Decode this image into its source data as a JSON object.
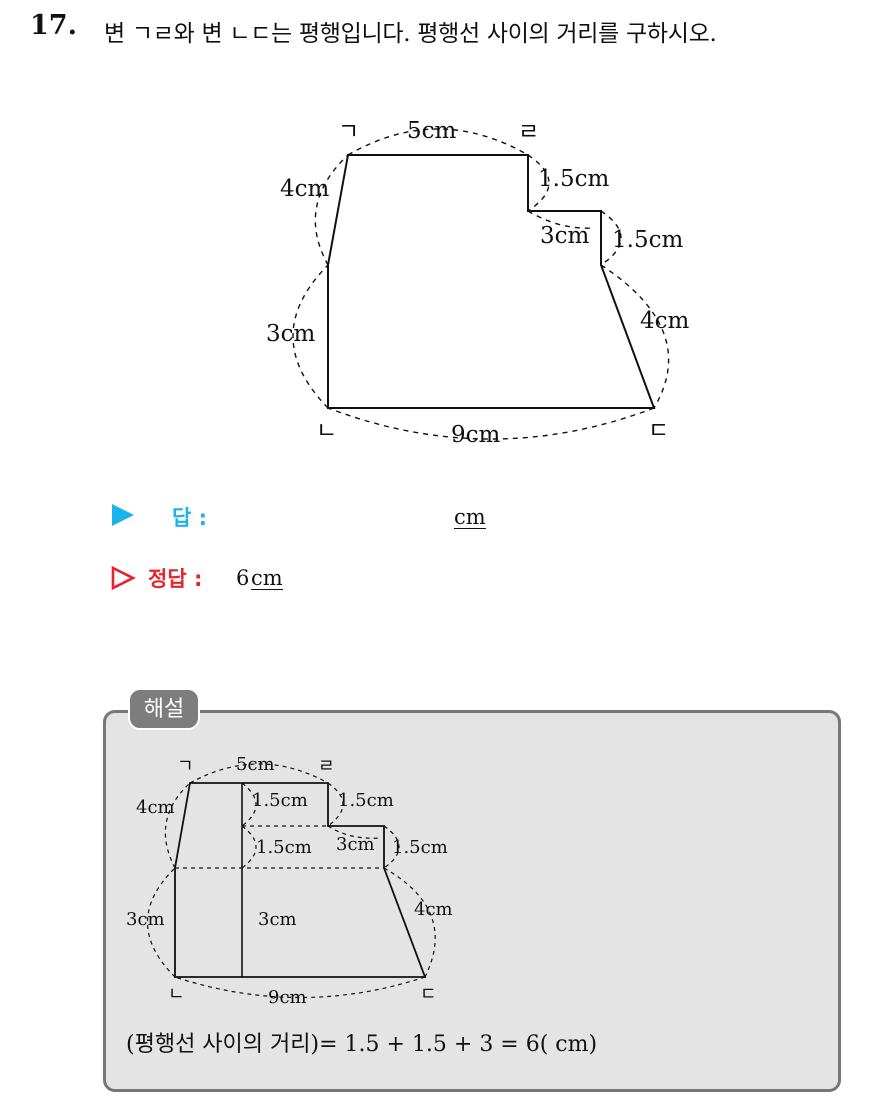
{
  "question": {
    "number": "17.",
    "text": "변 ㄱㄹ와 변 ㄴㄷ는 평행입니다. 평행선 사이의 거리를 구하시오."
  },
  "figure": {
    "vertex_a": "ㄱ",
    "vertex_b": "ㄹ",
    "vertex_c": "ㄴ",
    "vertex_d": "ㄷ",
    "top_len": "5cm",
    "left_upper_len": "4cm",
    "left_lower_len": "3cm",
    "bottom_len": "9cm",
    "step1_len": "1.5cm",
    "step_width_len": "3cm",
    "step2_len": "1.5cm",
    "right_len": "4cm"
  },
  "answer": {
    "label": "답 :",
    "unit": "cm",
    "correct_label": "정답 :",
    "correct_value": "6",
    "correct_unit": "cm"
  },
  "explanation": {
    "tab": "해설",
    "formula": "(평행선 사이의 거리)= 1.5 + 1.5 + 3 = 6( cm)",
    "figure": {
      "vertex_a": "ㄱ",
      "vertex_b": "ㄹ",
      "vertex_c": "ㄴ",
      "vertex_d": "ㄷ",
      "top_len": "5cm",
      "left_upper_len": "4cm",
      "left_lower_len": "3cm",
      "bottom_len": "9cm",
      "inner_step1_len": "1.5cm",
      "step1_len": "1.5cm",
      "step_width_len": "3cm",
      "inner_step2_len": "1.5cm",
      "step2_len": "1.5cm",
      "inner_height_len": "3cm",
      "right_len": "4cm"
    }
  }
}
